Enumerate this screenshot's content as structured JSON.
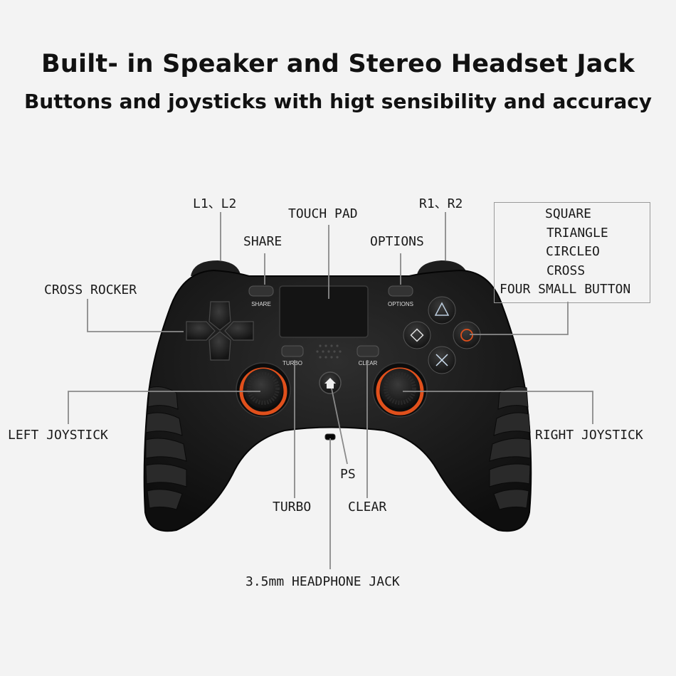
{
  "headline": "Built- in Speaker and Stereo Headset Jack",
  "subheadline": "Buttons and joysticks with higt sensibility and accuracy",
  "labels": {
    "l1_l2": "L1、L2",
    "touch_pad": "TOUCH PAD",
    "r1_r2": "R1、R2",
    "share": "SHARE",
    "options": "OPTIONS",
    "cross_rocker": "CROSS ROCKER",
    "left_joystick": "LEFT JOYSTICK",
    "right_joystick": "RIGHT JOYSTICK",
    "turbo": "TURBO",
    "clear": "CLEAR",
    "ps": "PS",
    "headphone_jack": "3.5mm HEADPHONE JACK"
  },
  "face_buttons_box": [
    "SQUARE",
    "TRIANGLE",
    "CIRCLEO",
    "CROSS",
    "FOUR SMALL BUTTON"
  ],
  "controller_buttons": {
    "share": "SHARE",
    "options": "OPTIONS",
    "turbo": "TURBO",
    "clear": "CLEAR"
  },
  "colors": {
    "body": "#1b1b1b",
    "stick_ring": "#e0501c",
    "leader_line": "#8a8a8a"
  }
}
